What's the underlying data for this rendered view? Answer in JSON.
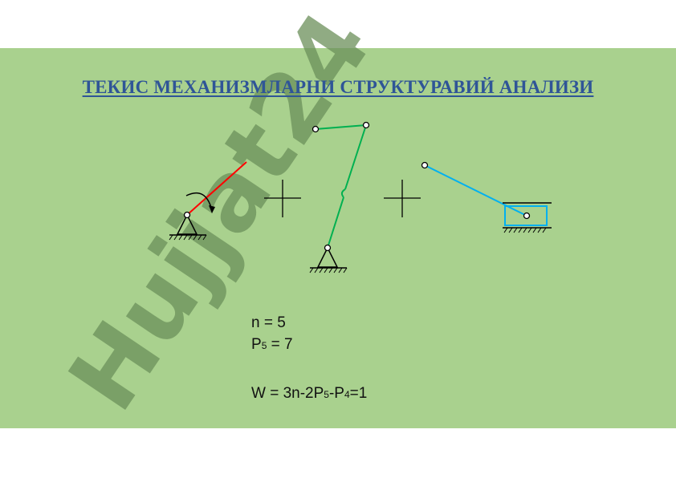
{
  "slide": {
    "title": "ТЕКИС МЕХАНИЗМЛАРНИ СТРУКТУРАВИЙ АНАЛИЗИ",
    "background": "#a9d18e",
    "title_color": "#2f5597"
  },
  "watermark": {
    "text": "Hujjat24",
    "color": "#6b8f5a"
  },
  "mechanism": {
    "link_colors": {
      "crank": "#ff0000",
      "middle_links": "#00b050",
      "slider_link": "#00b0f0"
    }
  },
  "formulas": {
    "n_line": {
      "prefix": "n = ",
      "value": "5"
    },
    "p5_line": {
      "symbol": "P",
      "sub": "5",
      "rest": " = 7"
    },
    "w_line": {
      "lhs": "W = 3n-2P",
      "sub1": "5",
      "mid": "-P",
      "sub2": "4",
      "rhs": "=1"
    }
  }
}
